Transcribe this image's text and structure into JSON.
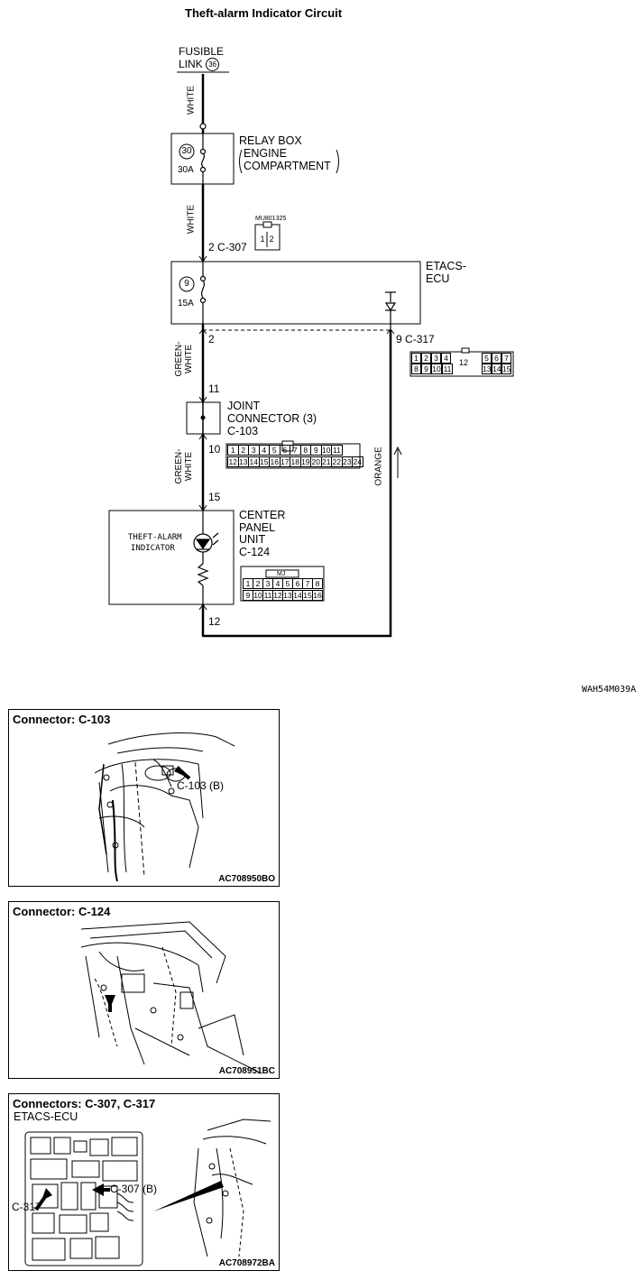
{
  "title": "Theft-alarm Indicator Circuit",
  "figure_code": "WAH54M039A",
  "fusible_link": {
    "label_line1": "FUSIBLE",
    "label_line2": "LINK",
    "number": "36"
  },
  "wire_colors": {
    "top1": "WHITE",
    "top2": "WHITE",
    "gw1_line1": "GREEN-",
    "gw1_line2": "WHITE",
    "gw2_line1": "GREEN-",
    "gw2_line2": "WHITE",
    "orange": "ORANGE"
  },
  "relay_box": {
    "fuse_number": "30",
    "fuse_rating": "30A",
    "label_line1": "RELAY BOX",
    "label_line2": "ENGINE",
    "label_line3": "COMPARTMENT"
  },
  "etacs": {
    "label_line1": "ETACS-",
    "label_line2": "ECU",
    "fuse_number": "9",
    "fuse_rating": "15A",
    "pin_in": "2",
    "connector_in": "C-307",
    "pin_out_left": "2",
    "pin_out_right": "9",
    "connector_out": "C-317",
    "c307_part": "MU801325",
    "c307_pins": [
      "1",
      "2"
    ],
    "c317_top_left": [
      "1",
      "2",
      "3",
      "4"
    ],
    "c317_top_right": [
      "5",
      "6",
      "7"
    ],
    "c317_bottom_left": [
      "8",
      "9",
      "10",
      "11"
    ],
    "c317_middle": "12",
    "c317_bottom_right": [
      "13",
      "14",
      "15"
    ]
  },
  "joint_connector": {
    "label_line1": "JOINT",
    "label_line2": "CONNECTOR (3)",
    "connector": "C-103",
    "pin_top": "11",
    "pin_bottom": "10",
    "row1": [
      "1",
      "2",
      "3",
      "4",
      "5",
      "6",
      "7",
      "8",
      "9",
      "10",
      "11"
    ],
    "row2": [
      "12",
      "13",
      "14",
      "15",
      "16",
      "17",
      "18",
      "19",
      "20",
      "21",
      "22",
      "23",
      "24"
    ]
  },
  "center_panel": {
    "label_line1": "CENTER",
    "label_line2": "PANEL",
    "label_line3": "UNIT",
    "connector": "C-124",
    "indicator_line1": "THEFT-ALARM",
    "indicator_line2": "INDICATOR",
    "pin_top": "15",
    "pin_bottom": "12",
    "plug_label": "MJ",
    "row1": [
      "1",
      "2",
      "3",
      "4",
      "5",
      "6",
      "7",
      "8"
    ],
    "row2": [
      "9",
      "10",
      "11",
      "12",
      "13",
      "14",
      "15",
      "16"
    ]
  },
  "photos": [
    {
      "title": "Connector: C-103",
      "code": "AC708950BO",
      "callout": "C-103 (B)"
    },
    {
      "title": "Connector: C-124",
      "code": "AC708951BC"
    },
    {
      "title": "Connectors: C-307, C-317",
      "subtitle": "ETACS-ECU",
      "code": "AC708972BA",
      "callout_a": "C-307 (B)",
      "callout_b": "C-317"
    }
  ]
}
